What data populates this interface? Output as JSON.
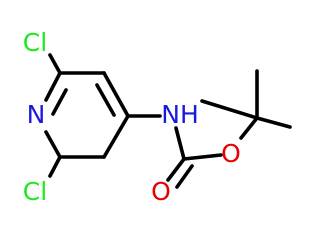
{
  "molecule": {
    "atoms": {
      "cl_top": {
        "label": "Cl",
        "color": "#1fe81f"
      },
      "n_ring": {
        "label": "N",
        "color": "#1a1adb"
      },
      "cl_bottom": {
        "label": "Cl",
        "color": "#1fe81f"
      },
      "nh": {
        "label": "NH",
        "color": "#1a1adb"
      },
      "o_ester": {
        "label": "O",
        "color": "#e60000"
      },
      "o_carbonyl": {
        "label": "O",
        "color": "#e60000"
      }
    }
  }
}
